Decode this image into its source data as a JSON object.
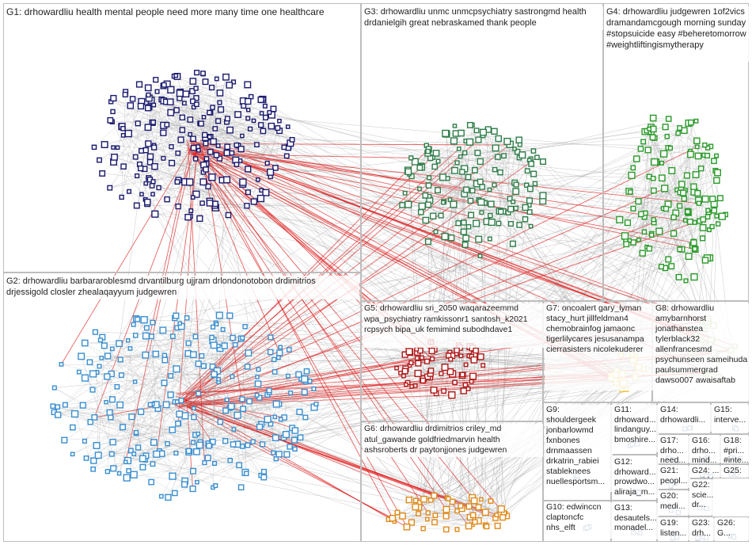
{
  "groups": [
    {
      "id": "G1",
      "label": "G1: drhowardliu health mental people need more many time one healthcare",
      "color": "#1a1a6e"
    },
    {
      "id": "G2",
      "label": "G2: drhowardliu barbararoblesmd drvantilburg ujjram drlondonotobon drdimitrios drjessigold closler zhealaqayyum judgewren",
      "color": "#3a8fd0"
    },
    {
      "id": "G3",
      "label": "G3: drhowardliu unmc unmcpsychiatry sastrongmd health drdanielgih great nebraskamed thank people",
      "color": "#2e7d4a"
    },
    {
      "id": "G4",
      "label": "G4: drhowardliu judgewren 1of2vics dramandamcgough morning sunday #stopsuicide easy #beheretomorrow #weightliftingismytherapy",
      "color": "#2a9a2a"
    },
    {
      "id": "G5",
      "label": "G5: drhowardliu sri_2050 waqarazeemmd wpa_psychiatry ramkissonr1 santosh_k2021 rcpsych bipa_uk femimind subodhdave1",
      "color": "#b01818"
    },
    {
      "id": "G6",
      "label": "G6: drhowardliu drdimitrios criley_md atul_gawande goldfriedmarvin health ashsroberts dr paytonjjones judgewren",
      "color": "#e08a1a"
    },
    {
      "id": "G7",
      "label": "G7: oncoalert gary_lyman stacy_hurt jillfeldman4 chemobrainfog jamaonc tigerlilycares jesusanampa cierrasisters nicolekuderer",
      "color": "#e8c850"
    },
    {
      "id": "G8",
      "label": "G8: drhowardliu amybarnhorst jonathanstea tylerblack32 allenfrancesmd psychunseen sameihuda paulsummergrad dawso007 awaisaftab",
      "color": "#a8c878"
    },
    {
      "id": "G9",
      "label": "G9: shouldergeek jonbarlowmd fxnbones drnmaassen drkatrin_rabiei stableknees nuellesportsm...",
      "color": "#d0a0d0"
    },
    {
      "id": "G10",
      "label": "G10: edwinccn claptoncfc nhs_elft",
      "color": "#5080c0"
    },
    {
      "id": "G11",
      "label": "G11: drhoward... lindanguy... bmoshire...",
      "color": "#808080"
    },
    {
      "id": "G12",
      "label": "G12: drhoward... prowdwo... aliraja_m...",
      "color": "#808080"
    },
    {
      "id": "G13",
      "label": "G13: desautels... monadel...",
      "color": "#808080"
    },
    {
      "id": "G14",
      "label": "G14: drhowardli...",
      "color": "#808080"
    },
    {
      "id": "G15",
      "label": "G15: interve...",
      "color": "#808080"
    },
    {
      "id": "G16",
      "label": "G16: drho... mind...",
      "color": "#808080"
    },
    {
      "id": "G17",
      "label": "G17: drho... need...",
      "color": "#808080"
    },
    {
      "id": "G18",
      "label": "G18: #pri... #inte...",
      "color": "#808080"
    },
    {
      "id": "G19",
      "label": "G19: listen...",
      "color": "#808080"
    },
    {
      "id": "G20",
      "label": "G20: medi...",
      "color": "#808080"
    },
    {
      "id": "G21",
      "label": "G21: peopl...",
      "color": "#808080"
    },
    {
      "id": "G22",
      "label": "G22: scie... dr...",
      "color": "#808080"
    },
    {
      "id": "G23",
      "label": "G23: drh...",
      "color": "#808080"
    },
    {
      "id": "G24",
      "label": "G24: ...",
      "color": "#808080"
    },
    {
      "id": "G25",
      "label": "G25: ...",
      "color": "#808080"
    },
    {
      "id": "G26",
      "label": "G26: G...",
      "color": "#808080"
    }
  ],
  "colors": {
    "edge_gray": "#9a9a9a",
    "edge_red": "#e02020",
    "border": "#bdbdbd"
  }
}
